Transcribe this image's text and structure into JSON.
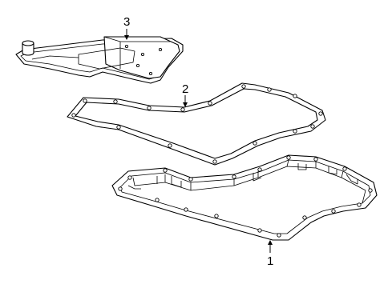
{
  "callouts": {
    "filter": "3",
    "gasket": "2",
    "pan": "1"
  }
}
